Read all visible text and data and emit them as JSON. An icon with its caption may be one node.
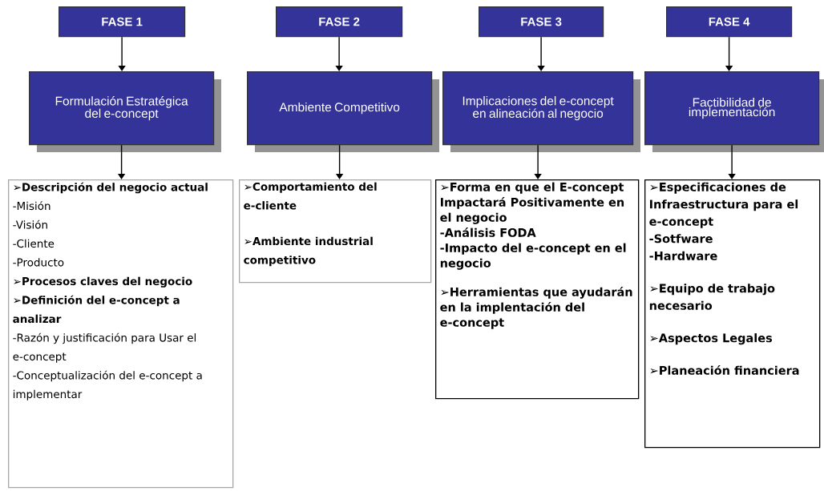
{
  "diagram": {
    "nodes": [
      {
        "text": [
          "FASE 1"
        ]
      },
      {
        "text": [
          "FASE 2"
        ]
      },
      {
        "text": [
          "FASE 3"
        ]
      },
      {
        "text": [
          "FASE 4"
        ]
      },
      {
        "text": [
          "Formulación Estratégica del e-concept"
        ]
      },
      {
        "text": [
          "Ambiente Competitivo"
        ]
      },
      {
        "text": [
          "Implicaciones del e-concept en alineación al negocio"
        ]
      },
      {
        "text": [
          "Factibilidad de implementación"
        ]
      },
      {
        "text": [
          "➢Descripción del negocio actual",
          "-Misión",
          "-Visión",
          "-Cliente",
          "-Producto",
          "➢Procesos claves del negocio",
          "➢Definición del e-concept a analizar",
          "-Razón y justificación para Usar el e-concept",
          "-Conceptualización del e-concept a implementar"
        ]
      },
      {
        "text": [
          "➢Comportamiento del e-cliente",
          "➢Ambiente industrial competitivo"
        ]
      },
      {
        "text": [
          "➢Forma en que el E-concept Impactará Positivamente en el negocio",
          "-Análisis FODA",
          "-Impacto del e-concept en el negocio",
          "➢Herramientas que ayudarán en la implentación del e-concept"
        ]
      },
      {
        "text": [
          "➢Especificaciones de Infraestructura para el e-concept",
          "-Sotfware",
          "-Hardware",
          "➢Equipo de trabajo necesario",
          "➢Aspectos Legales",
          "➢Planeación financiera"
        ]
      }
    ],
    "edges": [
      {
        "from": 0,
        "to": 4,
        "arrow": "to"
      },
      {
        "from": 1,
        "to": 5,
        "arrow": "to"
      },
      {
        "from": 2,
        "to": 6,
        "arrow": "to"
      },
      {
        "from": 3,
        "to": 7,
        "arrow": "to"
      },
      {
        "from": 4,
        "to": 8,
        "arrow": "to"
      },
      {
        "from": 5,
        "to": 9,
        "arrow": "to"
      },
      {
        "from": 6,
        "to": 10,
        "arrow": "to"
      },
      {
        "from": 7,
        "to": 11,
        "arrow": "to"
      }
    ]
  }
}
